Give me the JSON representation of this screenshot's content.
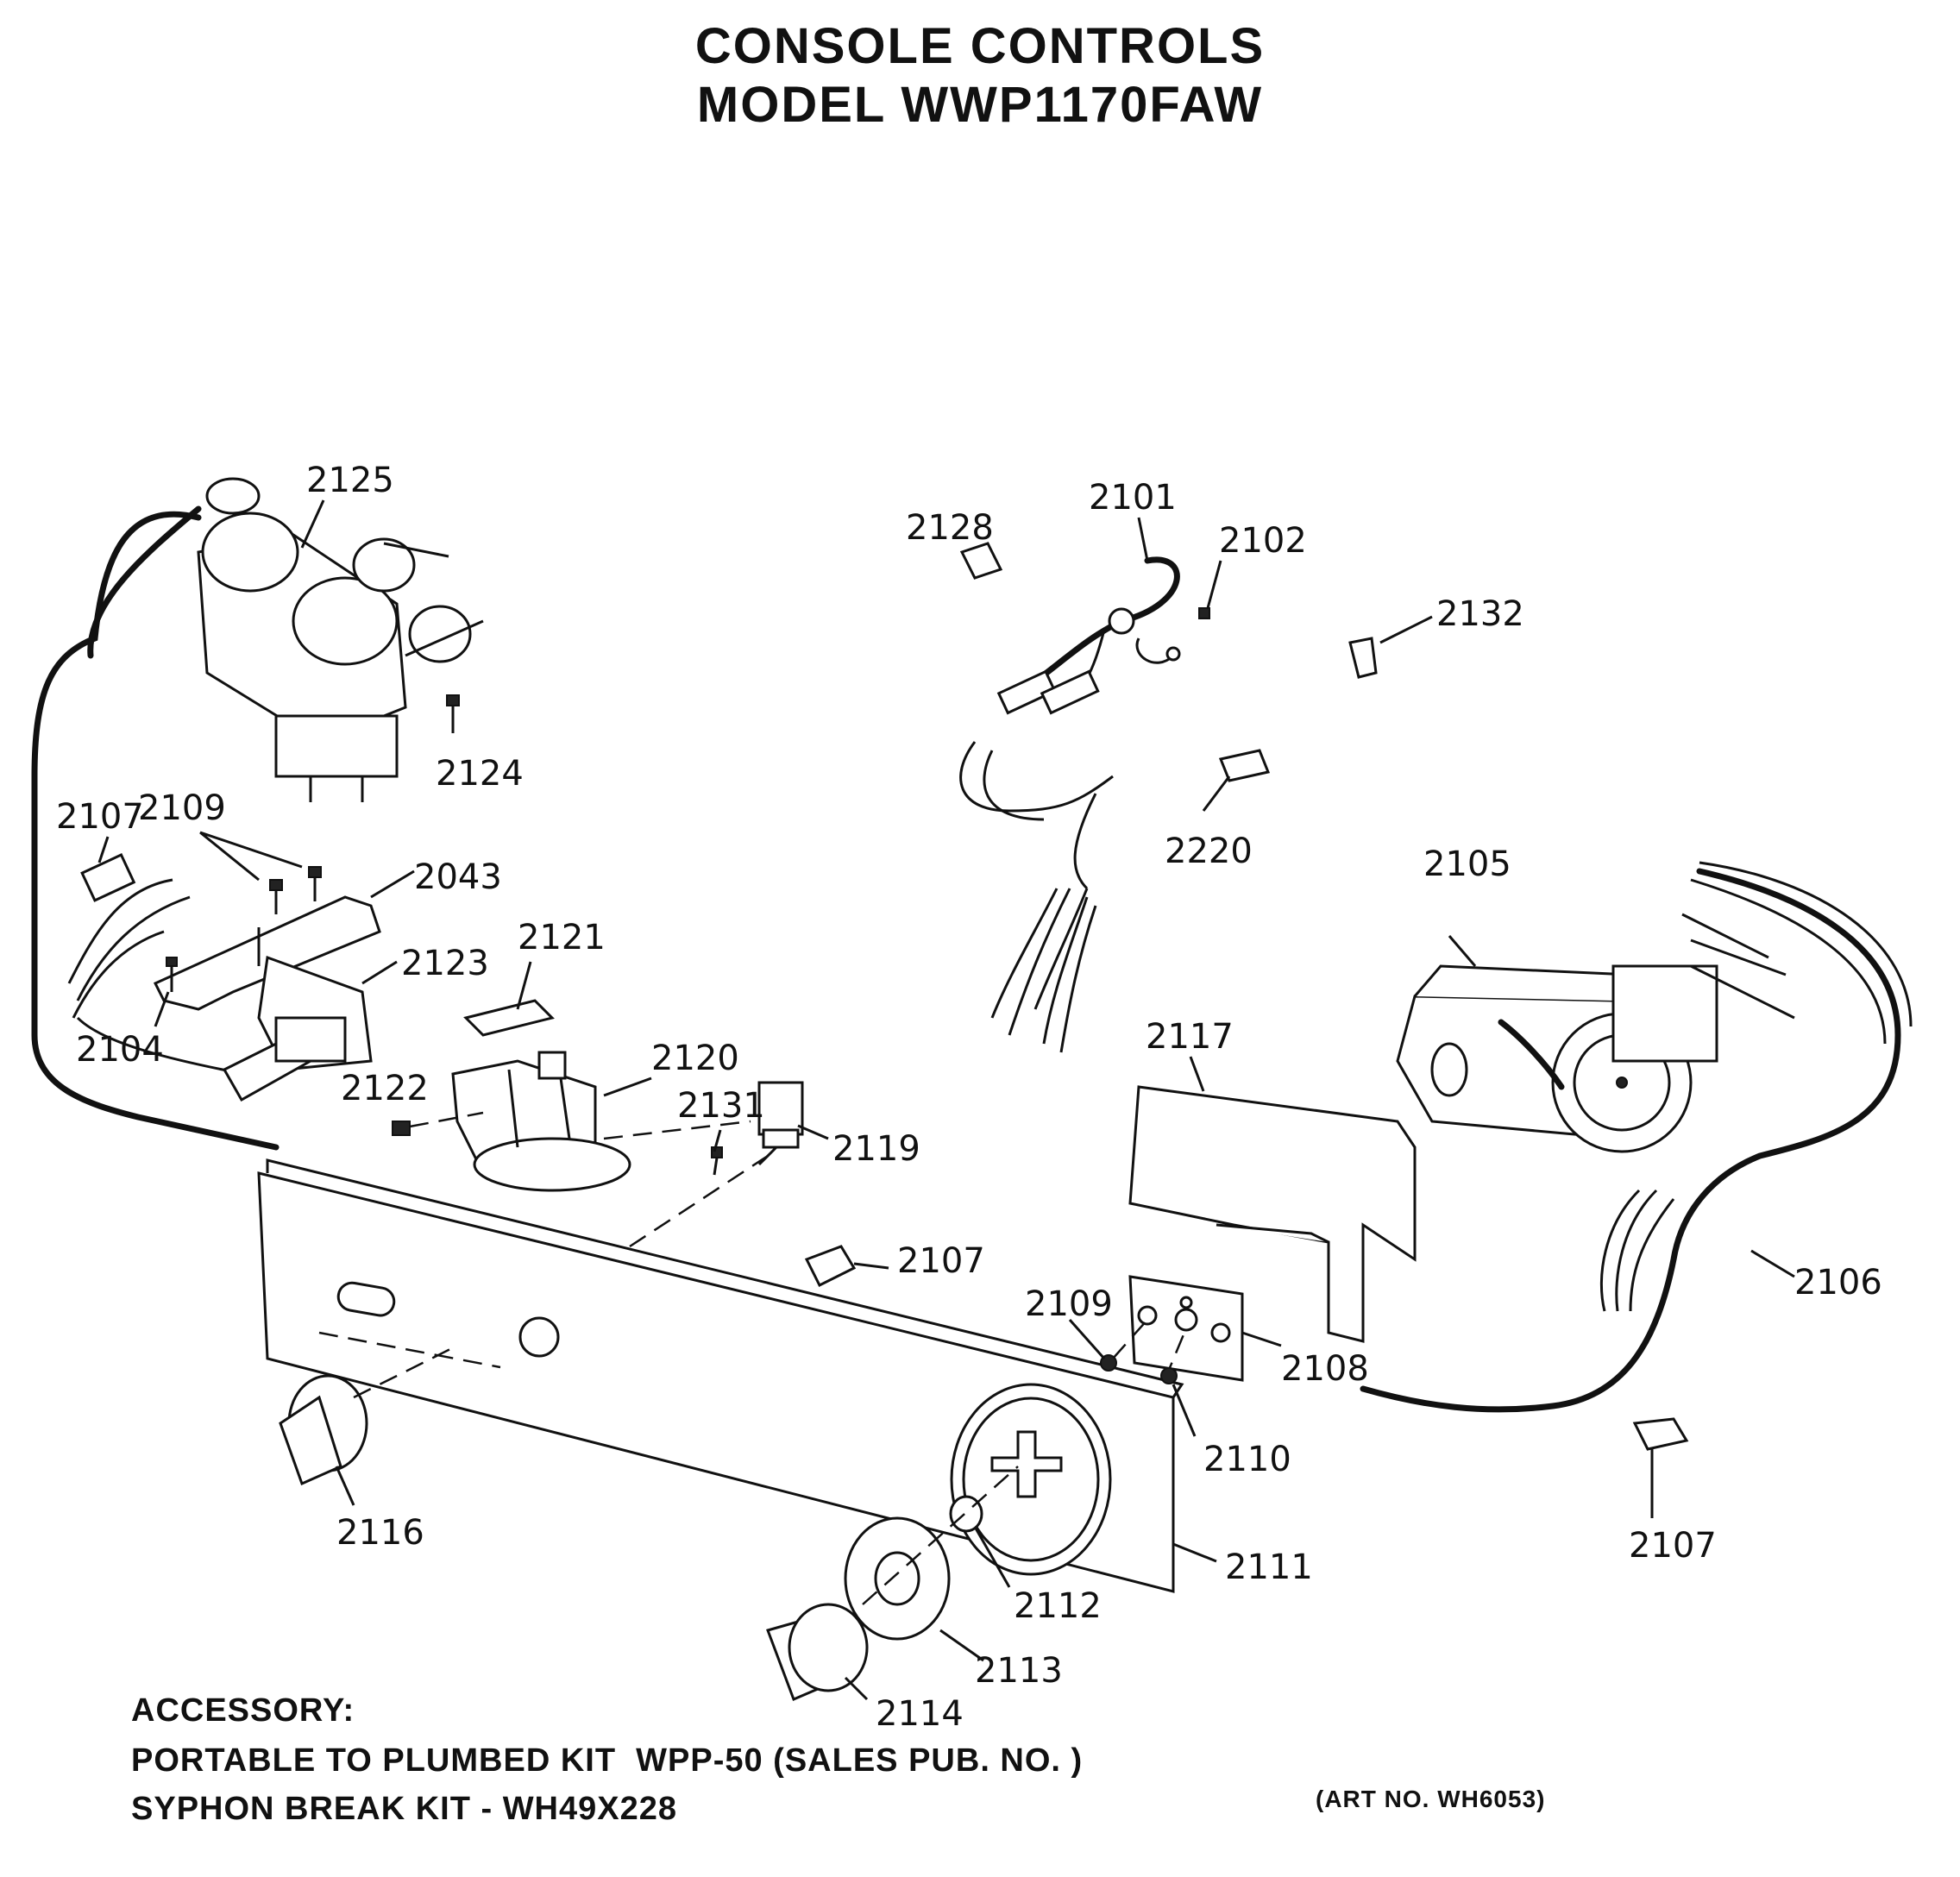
{
  "header": {
    "title_line1": "CONSOLE CONTROLS",
    "title_line2": "MODEL WWP1170FAW"
  },
  "footer": {
    "accessory_heading": "ACCESSORY:",
    "accessory_line1": "PORTABLE TO PLUMBED KIT  WPP-50 (SALES PUB. NO. )",
    "accessory_line2": "SYPHON BREAK KIT - WH49X228",
    "art_number": "(ART NO. WH6053)"
  },
  "part_labels": [
    "2125",
    "2128",
    "2101",
    "2102",
    "2132",
    "2124",
    "2220",
    "2107",
    "2109",
    "2043",
    "2105",
    "2121",
    "2123",
    "2104",
    "2117",
    "2120",
    "2131",
    "2122",
    "2119",
    "2107",
    "2109",
    "2106",
    "2108",
    "2110",
    "2116",
    "2111",
    "2112",
    "2107",
    "2113",
    "2114"
  ]
}
